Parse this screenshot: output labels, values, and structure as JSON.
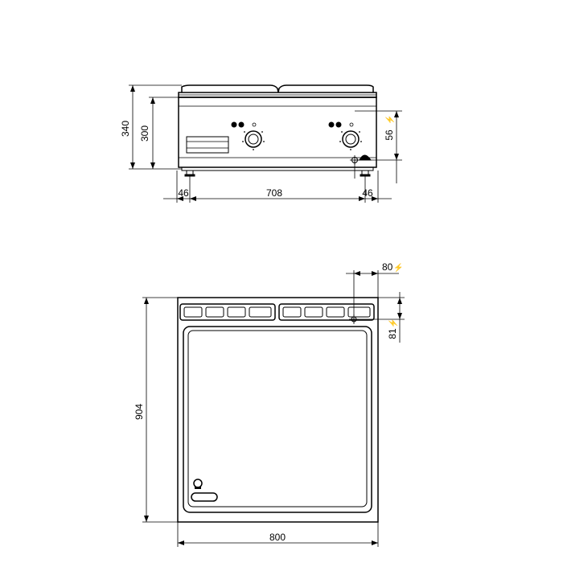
{
  "front_view": {
    "height_total": "340",
    "height_body": "300",
    "width_between_feet": "708",
    "foot_offset_left": "46",
    "foot_offset_right": "46",
    "electrical_height": "56",
    "electrical_symbol": "⚡"
  },
  "top_view": {
    "depth": "904",
    "width": "800",
    "electrical_offset_x": "80",
    "electrical_offset_y": "81",
    "electrical_symbol": "⚡"
  },
  "colors": {
    "line": "#000000",
    "fill": "#ffffff"
  }
}
